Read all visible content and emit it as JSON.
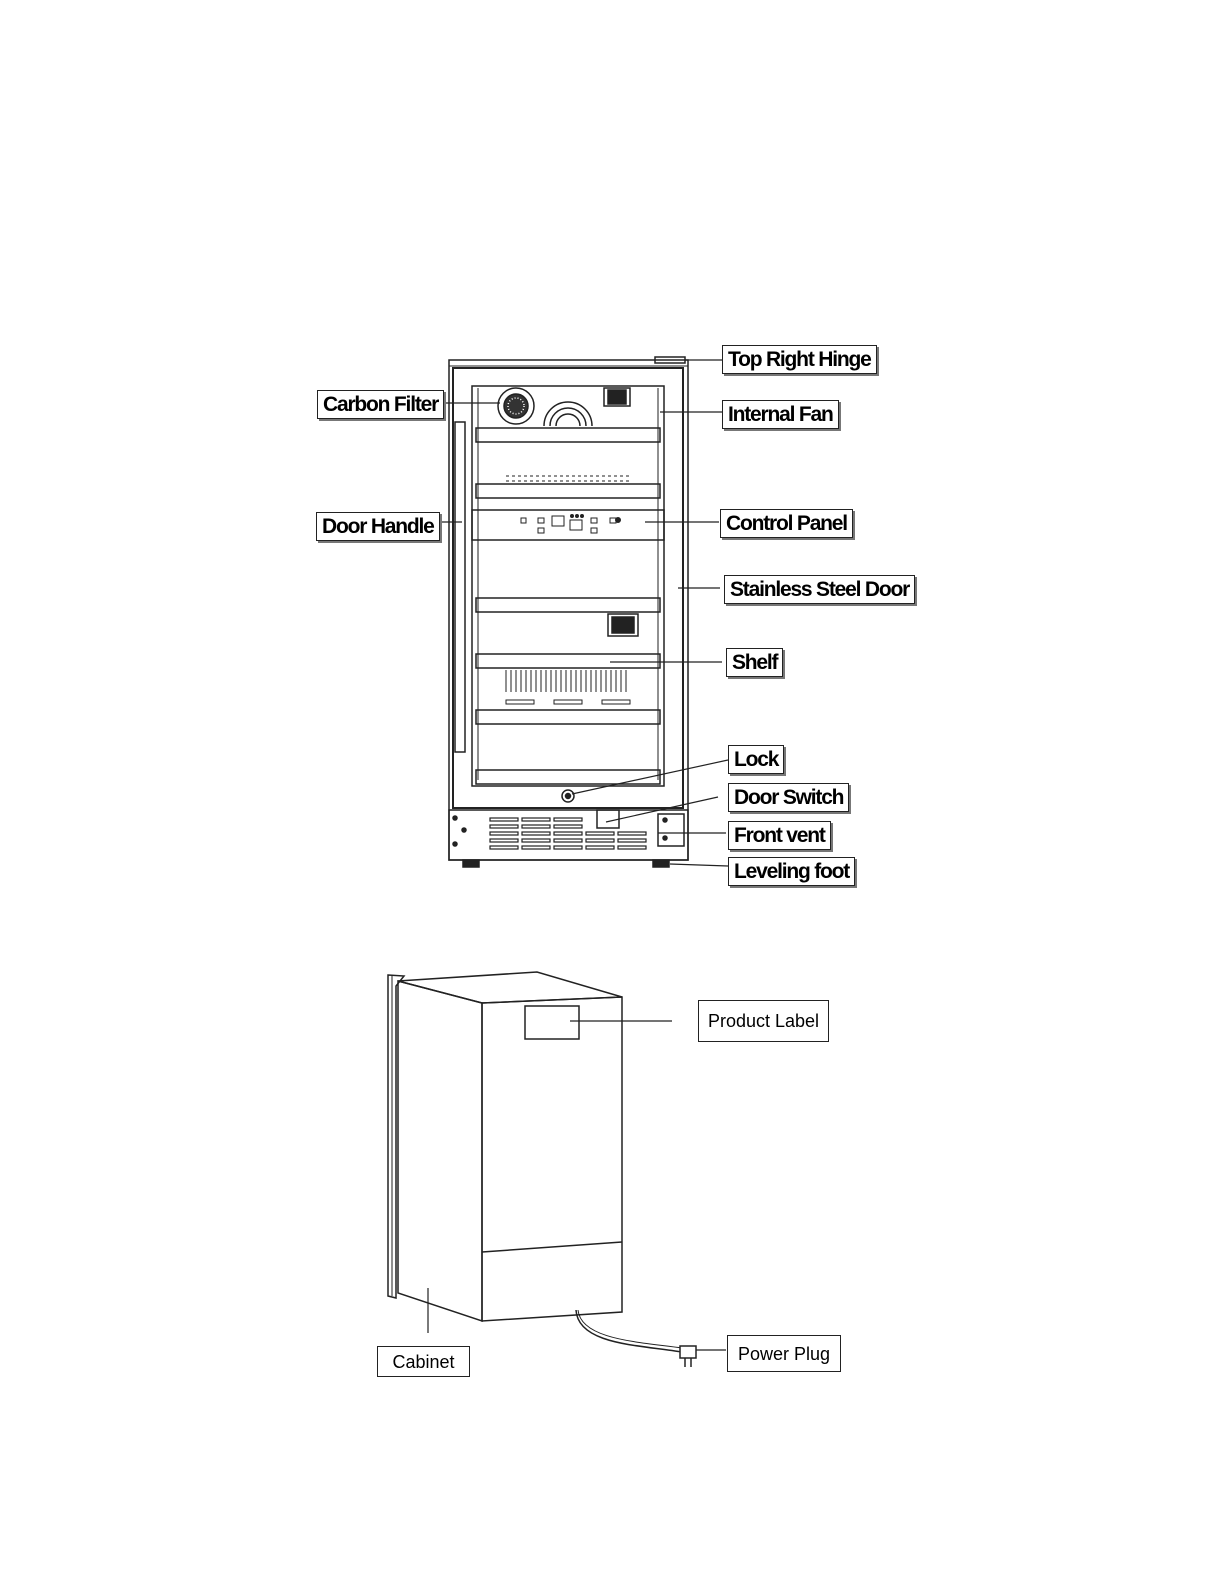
{
  "front_view": {
    "labels": {
      "top_right_hinge": "Top Right Hinge",
      "carbon_filter": "Carbon Filter",
      "internal_fan": "Internal Fan",
      "door_handle": "Door Handle",
      "control_panel": "Control Panel",
      "stainless_steel_door": "Stainless Steel Door",
      "shelf": "Shelf",
      "lock": "Lock",
      "door_switch": "Door Switch",
      "front_vent": "Front vent",
      "leveling_foot": "Leveling foot"
    }
  },
  "rear_view": {
    "labels": {
      "product_label": "Product Label",
      "cabinet": "Cabinet",
      "power_plug": "Power Plug"
    }
  }
}
